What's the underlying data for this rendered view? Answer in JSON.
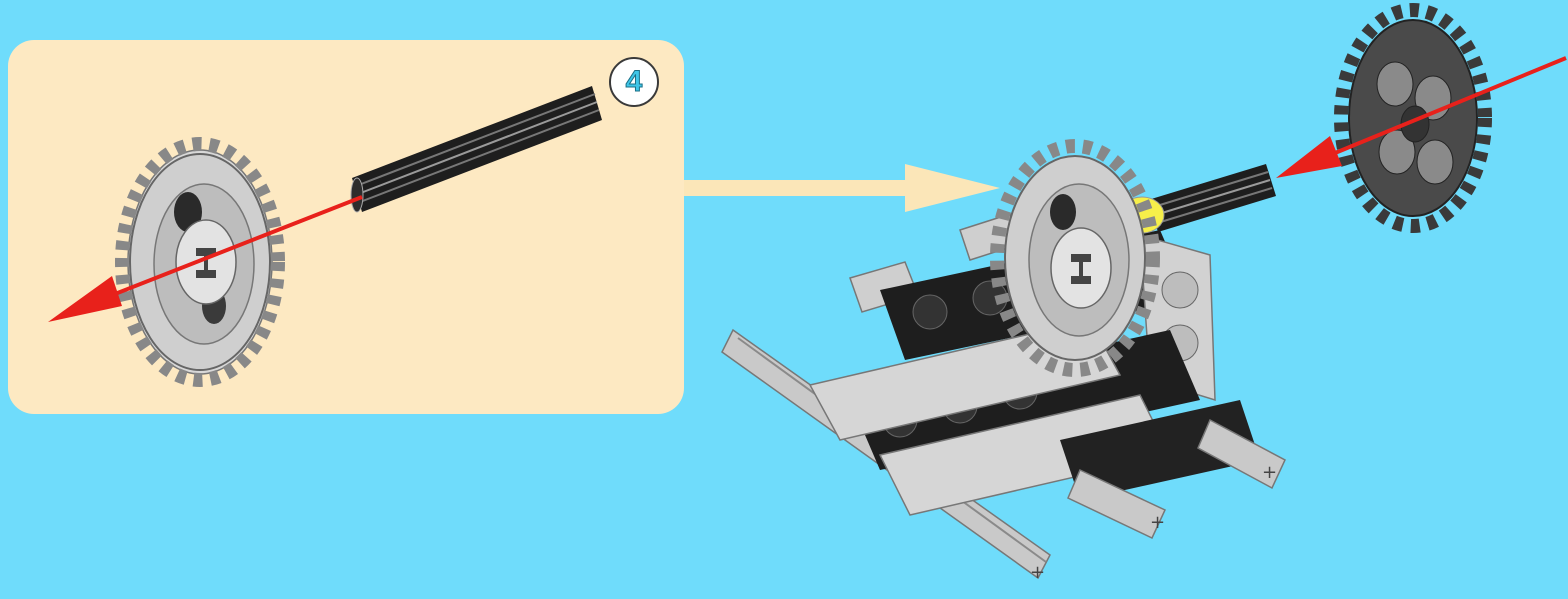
{
  "step": {
    "number": "4"
  },
  "colors": {
    "background": "#6fdcfb",
    "subassembly_panel": "#fde9c2",
    "connector_arrow": "#fbe6b8",
    "motion_arrow": "#e8211b",
    "light_gray_part": "#c9c9c9",
    "dark_gray_part": "#4a4a4a",
    "black_part": "#1e1e1e",
    "yellow_bush": "#f6ef4a"
  },
  "parts": {
    "subassembly": [
      "light-gray-gear-24-tooth",
      "black-axle"
    ],
    "main": [
      "light-gray-gear-24-tooth",
      "dark-gray-gear-24-tooth",
      "black-axle",
      "yellow-bush",
      "frame-beams",
      "axles"
    ]
  }
}
